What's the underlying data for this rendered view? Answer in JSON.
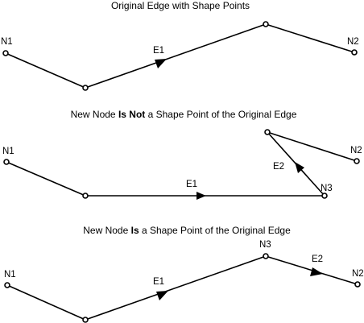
{
  "diagrams": [
    {
      "caption": {
        "before": "Original Edge with Shape Points",
        "emph": "",
        "after": ""
      },
      "labels": {
        "start": "N1",
        "end": "N2",
        "edge1": "E1"
      }
    },
    {
      "caption": {
        "before": "New Node ",
        "emph": "Is Not",
        "after": " a Shape Point of the Original Edge"
      },
      "labels": {
        "start": "N1",
        "end": "N2",
        "mid": "N3",
        "edge1": "E1",
        "edge2": "E2"
      }
    },
    {
      "caption": {
        "before": "New Node ",
        "emph": "Is",
        "after": " a Shape Point of the Original Edge"
      },
      "labels": {
        "start": "N1",
        "end": "N2",
        "mid": "N3",
        "edge1": "E1",
        "edge2": "E2"
      }
    }
  ]
}
